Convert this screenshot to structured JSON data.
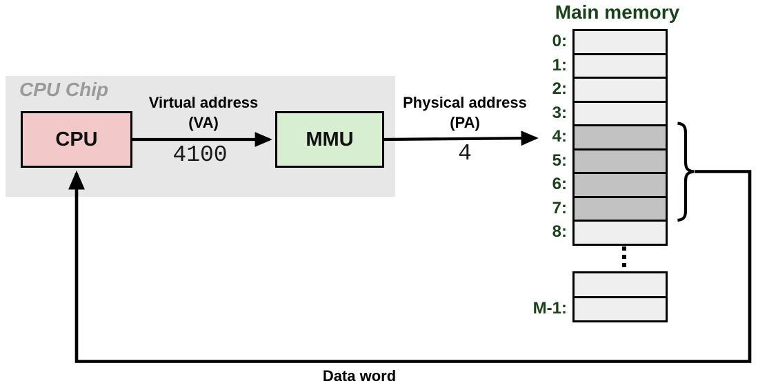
{
  "chip": {
    "label": "CPU Chip"
  },
  "cpu": {
    "label": "CPU"
  },
  "mmu": {
    "label": "MMU"
  },
  "virtual_address": {
    "title": "Virtual address",
    "subtitle": "(VA)",
    "value": "4100"
  },
  "physical_address": {
    "title": "Physical address",
    "subtitle": "(PA)",
    "value": "4"
  },
  "memory": {
    "title": "Main memory",
    "rows": [
      {
        "label": "0:",
        "shaded": false
      },
      {
        "label": "1:",
        "shaded": false
      },
      {
        "label": "2:",
        "shaded": false
      },
      {
        "label": "3:",
        "shaded": false
      },
      {
        "label": "4:",
        "shaded": true
      },
      {
        "label": "5:",
        "shaded": true
      },
      {
        "label": "6:",
        "shaded": true
      },
      {
        "label": "7:",
        "shaded": true
      },
      {
        "label": "8:",
        "shaded": false
      }
    ],
    "tail_rows": [
      {
        "label": "",
        "shaded": false
      },
      {
        "label": "M-1:",
        "shaded": false
      }
    ],
    "ellipsis_icon": "vertical-ellipsis",
    "highlighted_rows": "4-7"
  },
  "data_word": {
    "label": "Data word"
  },
  "colors": {
    "cpu_fill": "#f2c8c8",
    "mmu_fill": "#d8eed1",
    "chip_fill": "#e7e7e7",
    "chip_label": "#9a9a9a",
    "memory_cell": "#efefef",
    "memory_cell_highlight": "#c2c2c2",
    "label_green": "#1b431b",
    "line": "#000000"
  }
}
